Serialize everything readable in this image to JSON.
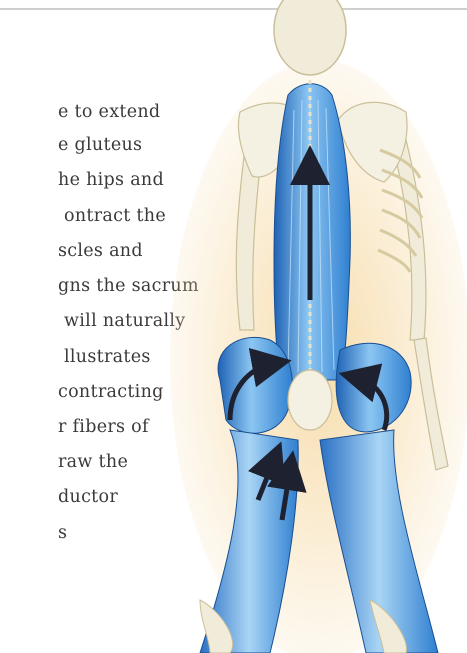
{
  "body_text": {
    "lines": [
      "e to extend",
      "e gluteus",
      "he hips and",
      "ontract the",
      "scles and",
      "gns the sacrum",
      "will naturally",
      "llustrates",
      "contracting",
      "r fibers of",
      "raw the",
      "ductor",
      "s"
    ]
  },
  "figure": {
    "icon": "anatomy-back-muscles-illustration",
    "colors": {
      "muscle": "#2f7fd0",
      "muscle_highlight": "#8cc6f2",
      "bone": "#f1ecd9",
      "bone_outline": "#c9bf99",
      "glow": "#f6d9a3",
      "arrow": "#1e2230"
    }
  }
}
